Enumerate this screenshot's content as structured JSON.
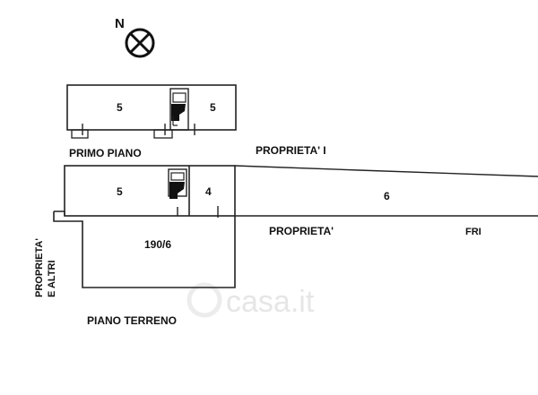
{
  "compass": {
    "letter": "N",
    "icon": "north-compass-icon"
  },
  "floors": {
    "upper": {
      "label": "PRIMO PIANO",
      "rooms": {
        "left": "5",
        "right": "5"
      }
    },
    "ground": {
      "label": "PIANO TERRENO",
      "rooms": {
        "left": "5",
        "middle": "4",
        "corridor": "6",
        "lower": "190/6"
      }
    }
  },
  "neighbors": {
    "top": "PROPRIETA' I",
    "bottom": "PROPRIETA'",
    "bottom_right": "FRI",
    "left_line1": "PROPRIETA'",
    "left_line2": "E ALTRI"
  },
  "watermark": "casa.it",
  "colors": {
    "ink": "#111111",
    "watermark": "#e6e6e6"
  }
}
